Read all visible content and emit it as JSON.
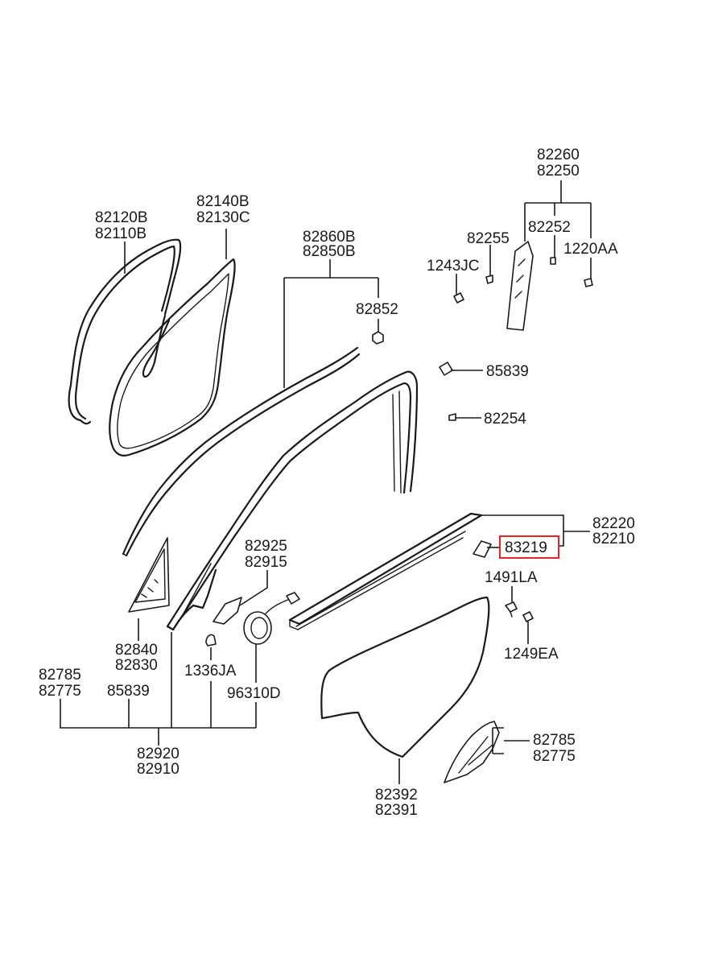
{
  "labels": {
    "l82120B": "82120B",
    "l82110B": "82110B",
    "l82140B": "82140B",
    "l82130C": "82130C",
    "l82860B": "82860B",
    "l82850B": "82850B",
    "l82852": "82852",
    "l82260": "82260",
    "l82250": "82250",
    "l82255": "82255",
    "l82252": "82252",
    "l1220AA": "1220AA",
    "l1243JC": "1243JC",
    "l85839_upper": "85839",
    "l82254": "82254",
    "l82220": "82220",
    "l82210": "82210",
    "l83219": "83219",
    "l1491LA": "1491LA",
    "l1249EA": "1249EA",
    "l82925": "82925",
    "l82915": "82915",
    "l82840": "82840",
    "l82830": "82830",
    "l1336JA": "1336JA",
    "l96310D": "96310D",
    "l82785_left": "82785",
    "l82775_left": "82775",
    "l85839_lower": "85839",
    "l82920": "82920",
    "l82910": "82910",
    "l82392": "82392",
    "l82391": "82391",
    "l82785_right": "82785",
    "l82775_right": "82775"
  },
  "highlight": {
    "part_number": "83219",
    "color": "#e0262b"
  },
  "colors": {
    "line": "#1a1a1a",
    "background": "#ffffff"
  }
}
